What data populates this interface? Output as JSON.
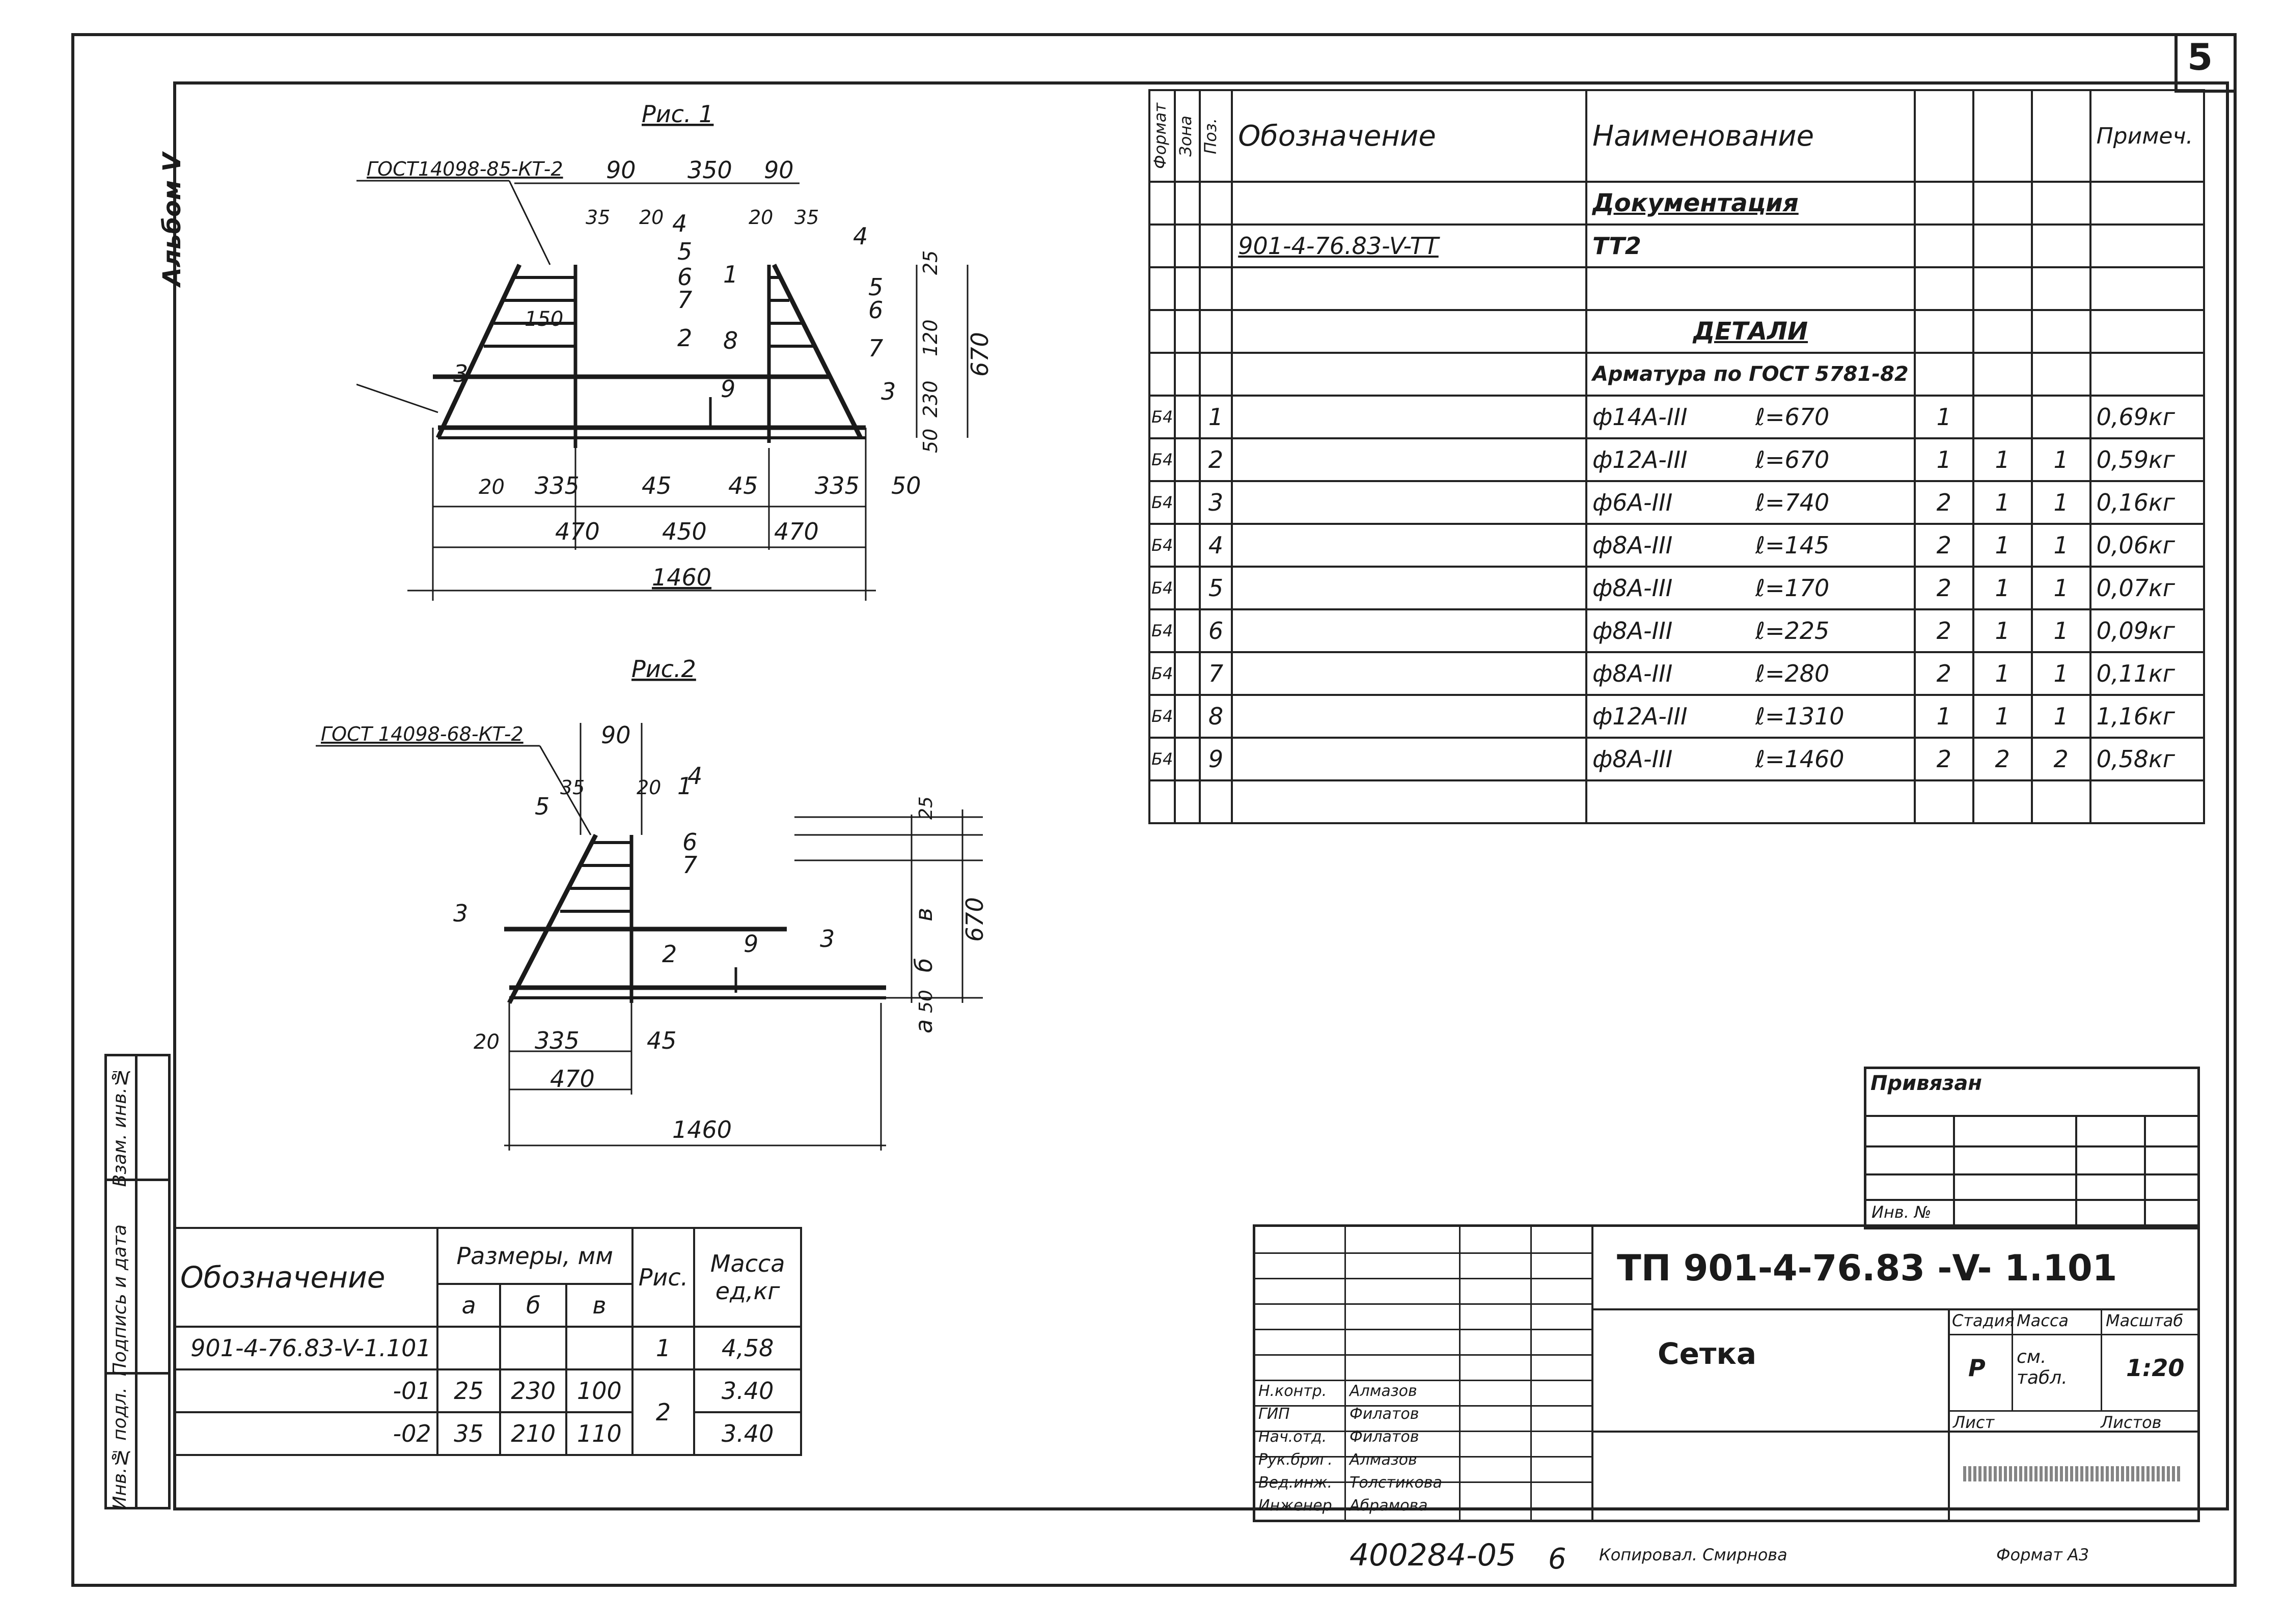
{
  "sheet_number": "5",
  "album_label": "Альбом V",
  "spec": {
    "headers": {
      "format": "Формат",
      "zone": "Зона",
      "pos": "Поз.",
      "designation": "Обозначение",
      "name": "Наименование",
      "note": "Примеч."
    },
    "section_docs": "Документация",
    "doc_row": {
      "designation": "901-4-76.83-V-TT",
      "name": "TT2"
    },
    "section_details": "ДЕТАЛИ",
    "armature_title": "Арматура по ГОСТ 5781-82",
    "rows": [
      {
        "format": "Б4",
        "pos": "1",
        "name": "ф14А-III",
        "len": "ℓ=670",
        "q1": "1",
        "q2": "",
        "q3": "",
        "mass": "0,69кг"
      },
      {
        "format": "Б4",
        "pos": "2",
        "name": "ф12А-III",
        "len": "ℓ=670",
        "q1": "1",
        "q2": "1",
        "q3": "1",
        "mass": "0,59кг"
      },
      {
        "format": "Б4",
        "pos": "3",
        "name": "ф6А-III",
        "len": "ℓ=740",
        "q1": "2",
        "q2": "1",
        "q3": "1",
        "mass": "0,16кг"
      },
      {
        "format": "Б4",
        "pos": "4",
        "name": "ф8А-III",
        "len": "ℓ=145",
        "q1": "2",
        "q2": "1",
        "q3": "1",
        "mass": "0,06кг"
      },
      {
        "format": "Б4",
        "pos": "5",
        "name": "ф8А-III",
        "len": "ℓ=170",
        "q1": "2",
        "q2": "1",
        "q3": "1",
        "mass": "0,07кг"
      },
      {
        "format": "Б4",
        "pos": "6",
        "name": "ф8А-III",
        "len": "ℓ=225",
        "q1": "2",
        "q2": "1",
        "q3": "1",
        "mass": "0,09кг"
      },
      {
        "format": "Б4",
        "pos": "7",
        "name": "ф8А-III",
        "len": "ℓ=280",
        "q1": "2",
        "q2": "1",
        "q3": "1",
        "mass": "0,11кг"
      },
      {
        "format": "Б4",
        "pos": "8",
        "name": "ф12А-III",
        "len": "ℓ=1310",
        "q1": "1",
        "q2": "1",
        "q3": "1",
        "mass": "1,16кг"
      },
      {
        "format": "Б4",
        "pos": "9",
        "name": "ф8А-III",
        "len": "ℓ=1460",
        "q1": "2",
        "q2": "2",
        "q3": "2",
        "mass": "0,58кг"
      }
    ]
  },
  "fig1": {
    "title": "Рис. 1",
    "gost": "ГОСТ14098-85-КТ-2",
    "dims": [
      "90",
      "350",
      "90",
      "35",
      "20",
      "20",
      "35",
      "150",
      "20",
      "335",
      "45",
      "45",
      "335",
      "50",
      "470",
      "450",
      "470",
      "1460",
      "670",
      "230",
      "120",
      "50",
      "25"
    ],
    "pos_labels": [
      "1",
      "2",
      "3",
      "3",
      "4",
      "4",
      "5",
      "5",
      "6",
      "6",
      "7",
      "7",
      "8",
      "9"
    ]
  },
  "fig2": {
    "title": "Рис.2",
    "gost": "ГОСТ 14098-68-КТ-2",
    "dims": [
      "90",
      "35",
      "20",
      "20",
      "335",
      "45",
      "470",
      "1460",
      "670",
      "25",
      "50",
      "а",
      "б",
      "в"
    ],
    "pos_labels": [
      "1",
      "2",
      "3",
      "3",
      "4",
      "5",
      "6",
      "7",
      "9"
    ]
  },
  "mass_table": {
    "col_designation": "Обозначение",
    "col_dims": "Размеры, мм",
    "col_a": "а",
    "col_b": "б",
    "col_v": "в",
    "col_fig": "Рис.",
    "col_mass": "Масса ед,кг",
    "rows": [
      {
        "designation": "901-4-76.83-V-1.101",
        "a": "",
        "b": "",
        "v": "",
        "fig": "1",
        "mass": "4,58"
      },
      {
        "designation": "-01",
        "a": "25",
        "b": "230",
        "v": "100",
        "fig": "2",
        "mass": "3.40"
      },
      {
        "designation": "-02",
        "a": "35",
        "b": "210",
        "v": "110",
        "fig": "",
        "mass": "3.40"
      }
    ]
  },
  "left_stamp": [
    "Взам. инв.№",
    "Подпись и дата",
    "Инв.№ подл."
  ],
  "privyazan": "Привязан",
  "inv_no": "Инв. №",
  "title_block": {
    "code": "ТП 901-4-76.83 -V- 1.101",
    "name": "Сетка",
    "stage_label": "Стадия",
    "mass_label": "Масса",
    "scale_label": "Масштаб",
    "stage": "Р",
    "mass": "см. табл.",
    "scale": "1:20",
    "sheet_label": "Лист",
    "sheets_label": "Листов",
    "people": [
      {
        "role": "Н.контр.",
        "name": "Алмазов"
      },
      {
        "role": "ГИП",
        "name": "Филатов"
      },
      {
        "role": "Нач.отд.",
        "name": "Филатов"
      },
      {
        "role": "Рук.бриг.",
        "name": "Алмазов"
      },
      {
        "role": "Вед.инж.",
        "name": "Толстикова"
      },
      {
        "role": "Инженер",
        "name": "Абрамова"
      }
    ]
  },
  "footer": {
    "number": "400284-05",
    "page": "6",
    "copied": "Копировал. Смирнова",
    "format": "Формат А3"
  }
}
